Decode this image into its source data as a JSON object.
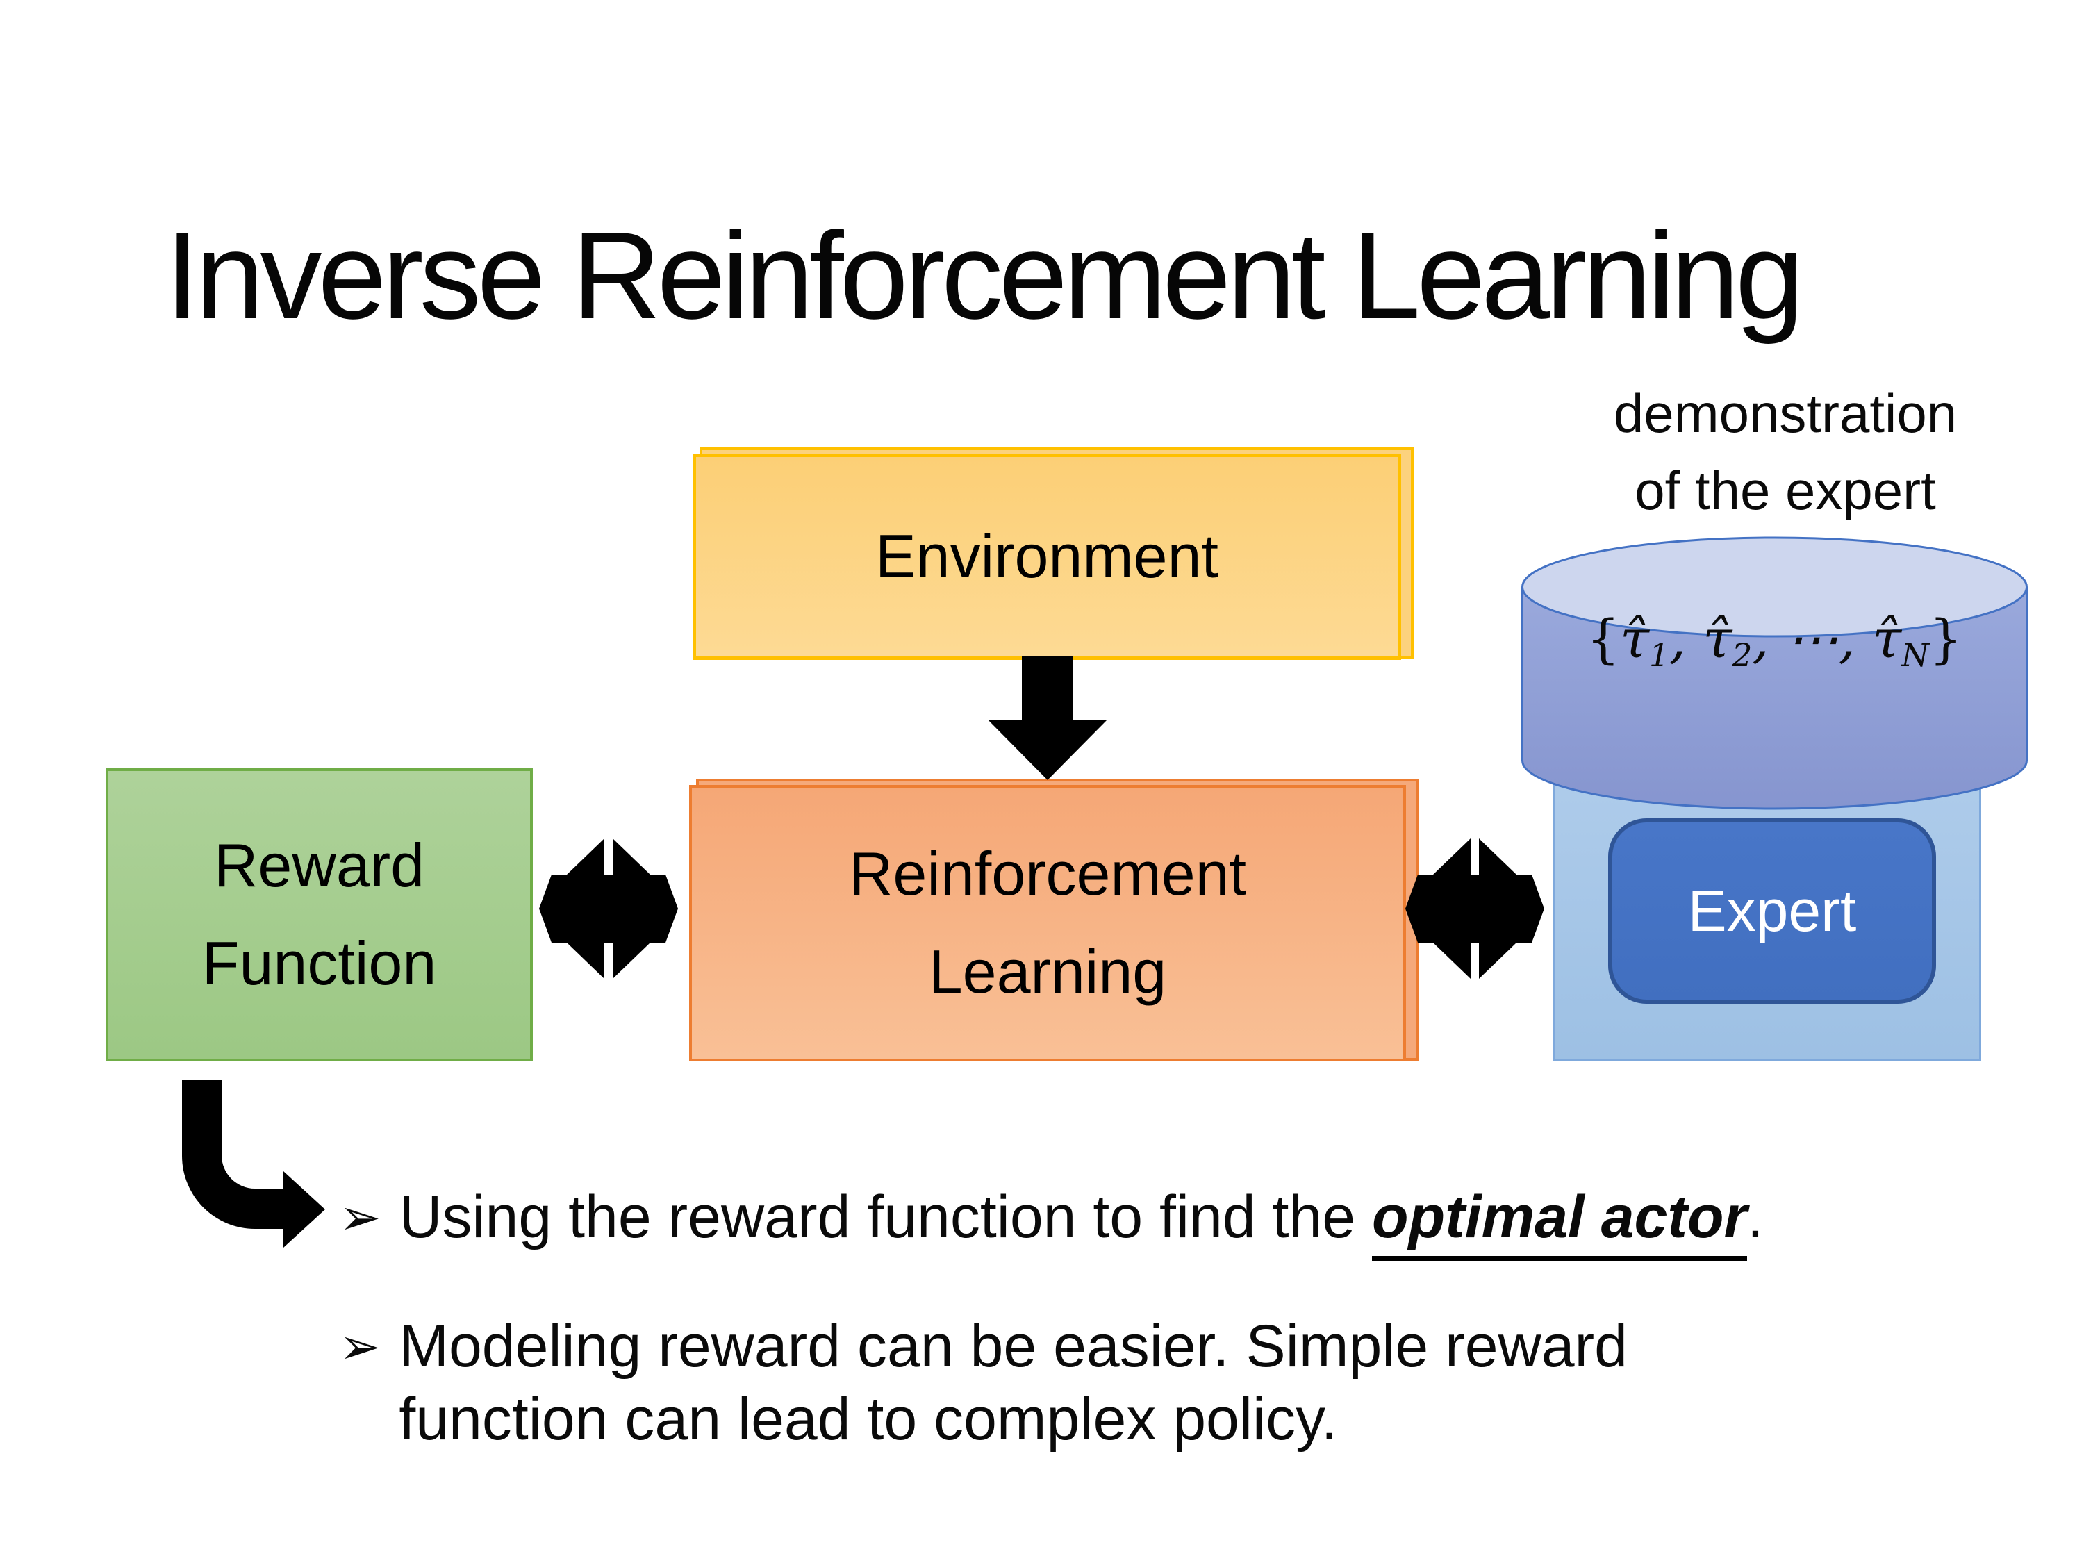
{
  "title": "Inverse Reinforcement Learning",
  "annotation": {
    "line1": "demonstration",
    "line2": "of the expert"
  },
  "boxes": {
    "environment": {
      "label": "Environment",
      "fill": "#FCD27D",
      "border": "#FFC000"
    },
    "reward_function": {
      "line1": "Reward",
      "line2": "Function",
      "fill": "#A6CE8E",
      "border": "#70AD47"
    },
    "reinforcement_learning": {
      "line1": "Reinforcement",
      "line2": "Learning",
      "fill": "#F6AC7D",
      "border": "#ED7D31"
    },
    "expert_panel": {
      "fill": "#A9C6E8",
      "border": "#7FA9DC"
    },
    "expert": {
      "label": "Expert",
      "fill": "#4472C4",
      "border": "#2F5597",
      "text_color": "#FFFFFF"
    }
  },
  "database": {
    "top_fill": "#CDD6EE",
    "body_fill": "#8E9ED5",
    "stroke": "#4472C4",
    "formula": {
      "open": "{",
      "tau1": "τ̂",
      "sub1": "1",
      "sep1": ", ",
      "tau2": "τ̂",
      "sub2": "2",
      "sep2": ", ",
      "dots": "⋯",
      "sep3": ", ",
      "tau3": "τ̂",
      "sub3": "N",
      "close": "}"
    }
  },
  "arrows": {
    "color": "#000000"
  },
  "bullets": {
    "first": {
      "marker": "➢",
      "prefix": "Using the reward function to find the ",
      "emphasis": "optimal actor",
      "suffix": "."
    },
    "second": {
      "marker": "➢",
      "line1": "Modeling reward can be easier. Simple reward",
      "line2": "function can lead to complex policy."
    }
  }
}
